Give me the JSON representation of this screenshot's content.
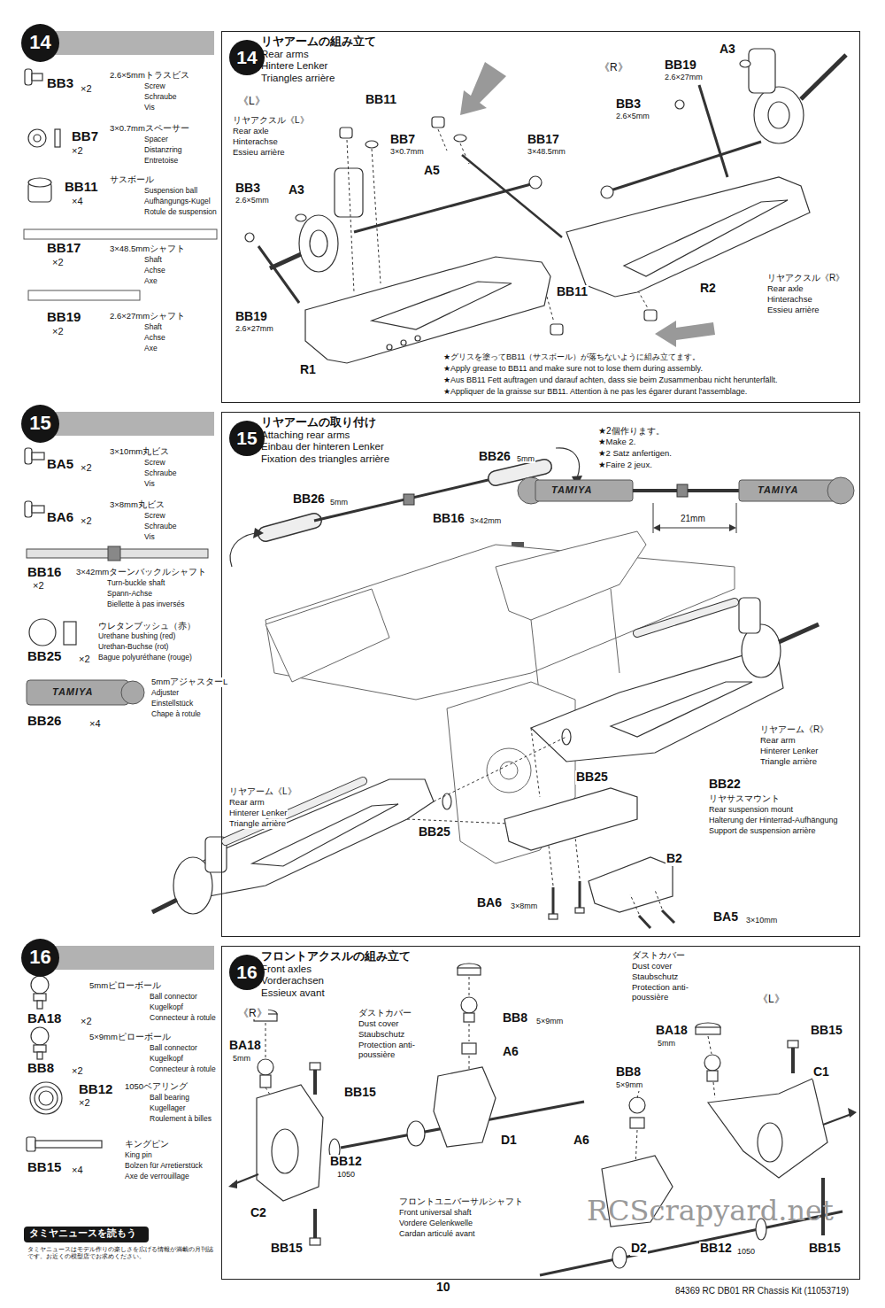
{
  "diagram": {
    "nodes": [
      {
        "text": [
          "14"
        ]
      },
      {
        "text": [
          "14",
          "リヤアームの組み立て",
          "Rear arms",
          "Hintere Lenker",
          "Triangles arrière"
        ]
      },
      {
        "text": [
          "15"
        ]
      },
      {
        "text": [
          "15",
          "リヤアームの取り付け",
          "Attaching rear arms",
          "Einbau der hinteren Lenker",
          "Fixation des triangles arrière"
        ]
      },
      {
        "text": [
          "16"
        ]
      },
      {
        "text": [
          "16",
          "フロントアクスルの組み立て",
          "Front axles",
          "Vorderachsen",
          "Essieux avant"
        ]
      },
      {
        "text": [
          "タミヤニュースを読もう"
        ]
      }
    ],
    "labels": [
      "BB3",
      "×2",
      "2.6×5mmトラスビス",
      "Screw",
      "Schraube",
      "Vis",
      "BB7",
      "×2",
      "3×0.7mmスペーサー",
      "Spacer",
      "Distanzring",
      "Entretoise",
      "BB11",
      "×4",
      "サスボール",
      "Suspension ball",
      "Aufhängungs-Kugel",
      "Rotule de suspension",
      "BB17",
      "×2",
      "3×48.5mmシャフト",
      "Shaft",
      "Achse",
      "Axe",
      "BB19",
      "×2",
      "2.6×27mmシャフト",
      "Shaft",
      "Achse",
      "Axe",
      "《L》",
      "リヤアクスル《L》",
      "Rear axle",
      "Hinterachse",
      "Essieu arrière",
      "BB11",
      "BB7",
      "3×0.7mm",
      "A5",
      "BB17",
      "3×48.5mm",
      "BB3",
      "2.6×5mm",
      "A3",
      "BB19",
      "2.6×27mm",
      "R1",
      "BB11",
      "《R》",
      "BB19",
      "2.6×27mm",
      "A3",
      "BB3",
      "2.6×5mm",
      "R2",
      "リヤアクスル《R》",
      "Rear axle",
      "Hinterachse",
      "Essieu arrière",
      "★グリスを塗ってBB11（サスボール）が落ちないように組み立てます。",
      "★Apply grease to BB11 and make sure not to lose them during assembly.",
      "★Aus BB11 Fett auftragen und darauf achten, dass sie beim Zusammenbau nicht herunterfällt.",
      "★Appliquer de la graisse sur BB11. Attention à ne pas les égarer durant l'assemblage.",
      "BA5",
      "×2",
      "3×10mm丸ビス",
      "Screw",
      "Schraube",
      "Vis",
      "BA6",
      "×2",
      "3×8mm丸ビス",
      "Screw",
      "Schraube",
      "Vis",
      "BB16",
      "×2",
      "3×42mmターンバックルシャフト",
      "Turn-buckle shaft",
      "Spann-Achse",
      "Biellette à pas inversés",
      "BB25",
      "×2",
      "ウレタンブッシュ（赤）",
      "Urethane bushing (red)",
      "Urethan-Buchse (rot)",
      "Bague polyuréthane (rouge)",
      "BB26",
      "×4",
      "5mmアジャスターL",
      "Adjuster",
      "Einstellstück",
      "Chape à rotule",
      "TAMIYA",
      "BB26",
      "5mm",
      "★2個作ります。",
      "★Make 2.",
      "★2 Satz anfertigen.",
      "★Faire 2 jeux.",
      "TAMIYA",
      "TAMIYA",
      "21mm",
      "BB26",
      "5mm",
      "BB16",
      "3×42mm",
      "リヤアーム《R》",
      "Rear arm",
      "Hinterer Lenker",
      "Triangle arrière",
      "BB25",
      "BB22",
      "リヤサスマウント",
      "Rear suspension mount",
      "Halterung der Hinterrad-Aufhängung",
      "Support de suspension arrière",
      "B2",
      "BA5",
      "3×10mm",
      "BA6",
      "3×8mm",
      "BB25",
      "リヤアーム《L》",
      "Rear arm",
      "Hinterer Lenker",
      "Triangle arrière",
      "BA18",
      "×2",
      "5mmピローボール",
      "Ball connector",
      "Kugelkopf",
      "Connecteur à rotule",
      "BB8",
      "×2",
      "5×9mmピローボール",
      "Ball connector",
      "Kugelkopf",
      "Connecteur à rotule",
      "BB12",
      "×2",
      "1050ベアリング",
      "Ball bearing",
      "Kugellager",
      "Roulement à billes",
      "BB15",
      "×4",
      "キングピン",
      "King pin",
      "Bolzen für Arretierstück",
      "Axe de verrouillage",
      "《R》",
      "BA18",
      "5mm",
      "ダストカバー",
      "Dust cover",
      "Staubschutz",
      "Protection anti-poussière",
      "BB15",
      "C2",
      "BB12",
      "1050",
      "BB15",
      "BB8",
      "5×9mm",
      "A6",
      "D1",
      "フロントユニバーサルシャフト",
      "Front universal shaft",
      "Vordere Gelenkwelle",
      "Cardan articulé avant",
      "A6",
      "ダストカバー",
      "Dust cover",
      "Staubschutz",
      "Protection anti-poussière",
      "《L》",
      "BB15",
      "C1",
      "BA18",
      "5mm",
      "BB8",
      "5×9mm",
      "D2",
      "BB12",
      "1050",
      "BB15",
      "タミヤニュースはモデル作りの楽しさを広げる情報が満載の月刊誌です。お近くの模型店でお求めください。",
      "10",
      "84369 RC DB01 RR Chassis Kit (11053719)",
      "RCScrapyard.net"
    ]
  }
}
